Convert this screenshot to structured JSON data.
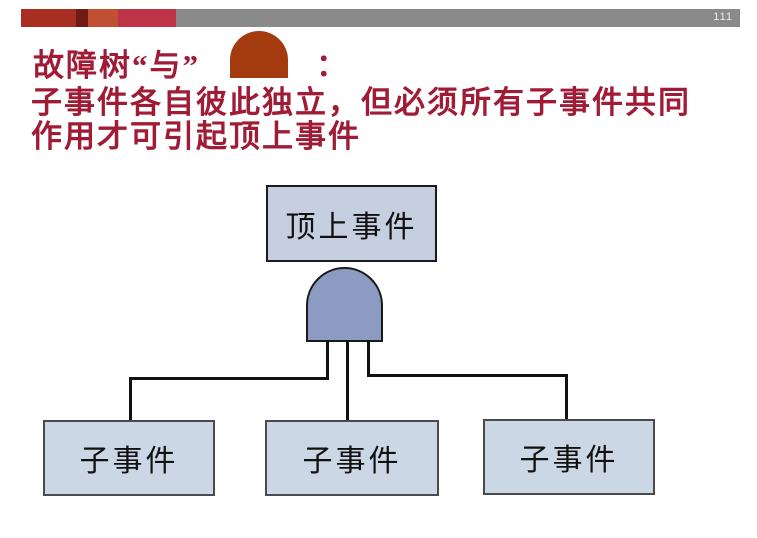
{
  "slide": {
    "page_number": "111",
    "title": {
      "line1_prefix": "故障树“与”",
      "line1_colon": "：",
      "body_line1": "子事件各自彼此独立，但必须所有子事件共同",
      "body_line2": "作用才可引起顶上事件"
    },
    "diagram": {
      "top_event_label": "顶上事件",
      "gate_symbol": "and-gate",
      "child_event_labels": [
        "子事件",
        "子事件",
        "子事件"
      ]
    },
    "icons": {
      "title_gate": "and-gate-icon"
    },
    "colors": {
      "title_text": "#A01C36",
      "title_gate_icon": "#A33B0E",
      "bar_block1": "#A72E20",
      "bar_block2": "#6E1B15",
      "bar_block3": "#C14F31",
      "bar_block4": "#BE3345",
      "bar_gray": "#8A8A8A",
      "gate_fill": "#8C9BC2",
      "top_box_fill": "#C5CFDF",
      "child_box_fill": "#CCD7E5"
    }
  }
}
